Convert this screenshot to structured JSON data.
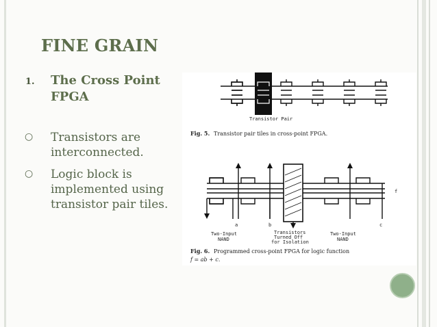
{
  "slide": {
    "title": "FINE GRAIN",
    "item_number": "1.",
    "item_heading": "The Cross Point FPGA",
    "bullets": [
      {
        "icon": "hollow-circle-bullet",
        "text": "Transistors are interconnected."
      },
      {
        "icon": "hollow-circle-bullet",
        "text": "Logic block is implemented using transistor pair tiles."
      }
    ]
  },
  "figure": {
    "fig5_label": "Transistor Pair",
    "fig5_caption_prefix": "Fig. 5.",
    "fig5_caption": "Transistor pair tiles in cross-point FPGA.",
    "fig6_labels": {
      "a": "a",
      "b": "b",
      "c": "c",
      "f": "f",
      "nand_left_1": "Two-Input",
      "nand_left_2": "NAND",
      "off_1": "Transistors",
      "off_2": "Turned Off",
      "off_3": "for Isolation",
      "nand_right_1": "Two-Input",
      "nand_right_2": "NAND"
    },
    "fig6_caption_prefix": "Fig. 6.",
    "fig6_caption": "Programmed cross-point FPGA for logic function",
    "fig6_formula": "f = ab + c."
  },
  "colors": {
    "title": "#5d6e4c",
    "text": "#55654a",
    "accent_circle": "#8fb08a"
  }
}
